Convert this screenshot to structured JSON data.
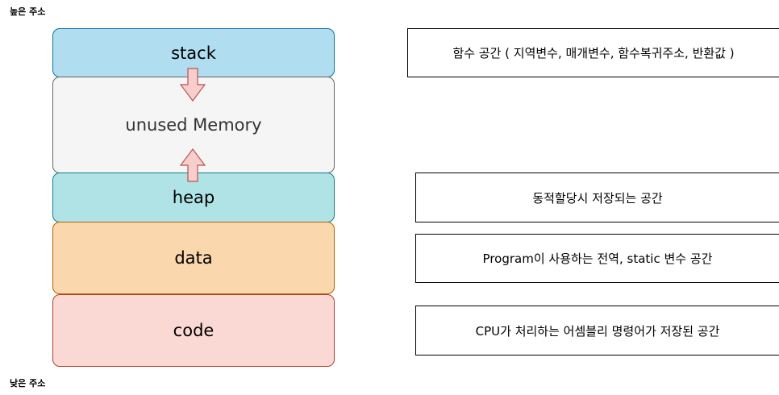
{
  "labels": {
    "high_address": "높은 주소",
    "low_address": "낮은 주소"
  },
  "segments": {
    "stack": "stack",
    "unused": "unused Memory",
    "heap": "heap",
    "data": "data",
    "code": "code"
  },
  "descriptions": {
    "stack": "함수 공간 ( 지역변수, 매개변수, 함수복귀주소, 반환값 )",
    "heap": "동적할당시 저장되는 공간",
    "data": "Program이 사용하는 전역, static 변수 공간",
    "code": "CPU가 처리하는 어셈블리 명령어가 저장된 공간"
  },
  "colors": {
    "stack": "#b1ddf0",
    "unused": "#f5f5f5",
    "heap": "#b0e3e6",
    "data": "#fad7ac",
    "code": "#fad9d5",
    "arrow_fill": "#f8cecc",
    "arrow_stroke": "#b85450"
  }
}
